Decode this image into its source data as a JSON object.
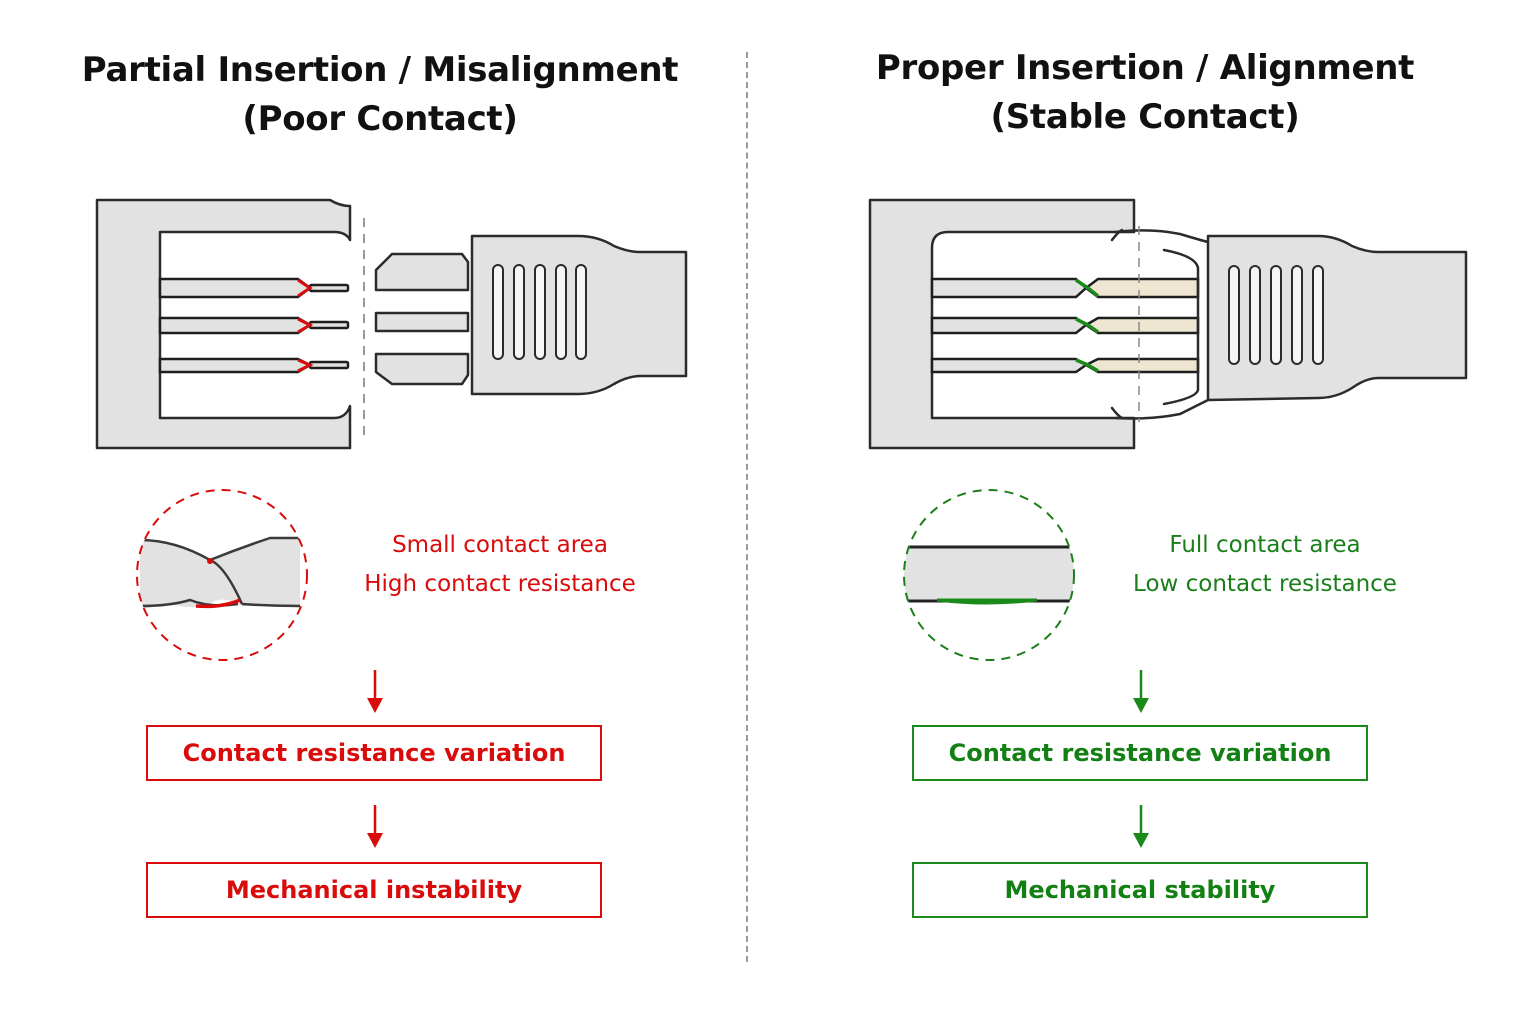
{
  "colors": {
    "poor": "#d90b0b",
    "good": "#1a8a1a",
    "outline": "#2b2b2b",
    "fill": "#e2e2e2",
    "mated_pin": "#efe6d2",
    "divider": "#9a9a9a"
  },
  "left_panel": {
    "title_line1": "Partial Insertion / Misalignment",
    "title_line2": "(Poor Contact)",
    "contact_note_line1": "Small contact area",
    "contact_note_line2": "High contact resistance",
    "result_box_1": "Contact resistance variation",
    "result_box_2": "Mechanical instability"
  },
  "right_panel": {
    "title_line1": "Proper Insertion / Alignment",
    "title_line2": "(Stable Contact)",
    "contact_note_line1": "Full contact area",
    "contact_note_line2": "Low contact resistance",
    "result_box_1": "Contact resistance variation",
    "result_box_2": "Mechanical stability"
  }
}
